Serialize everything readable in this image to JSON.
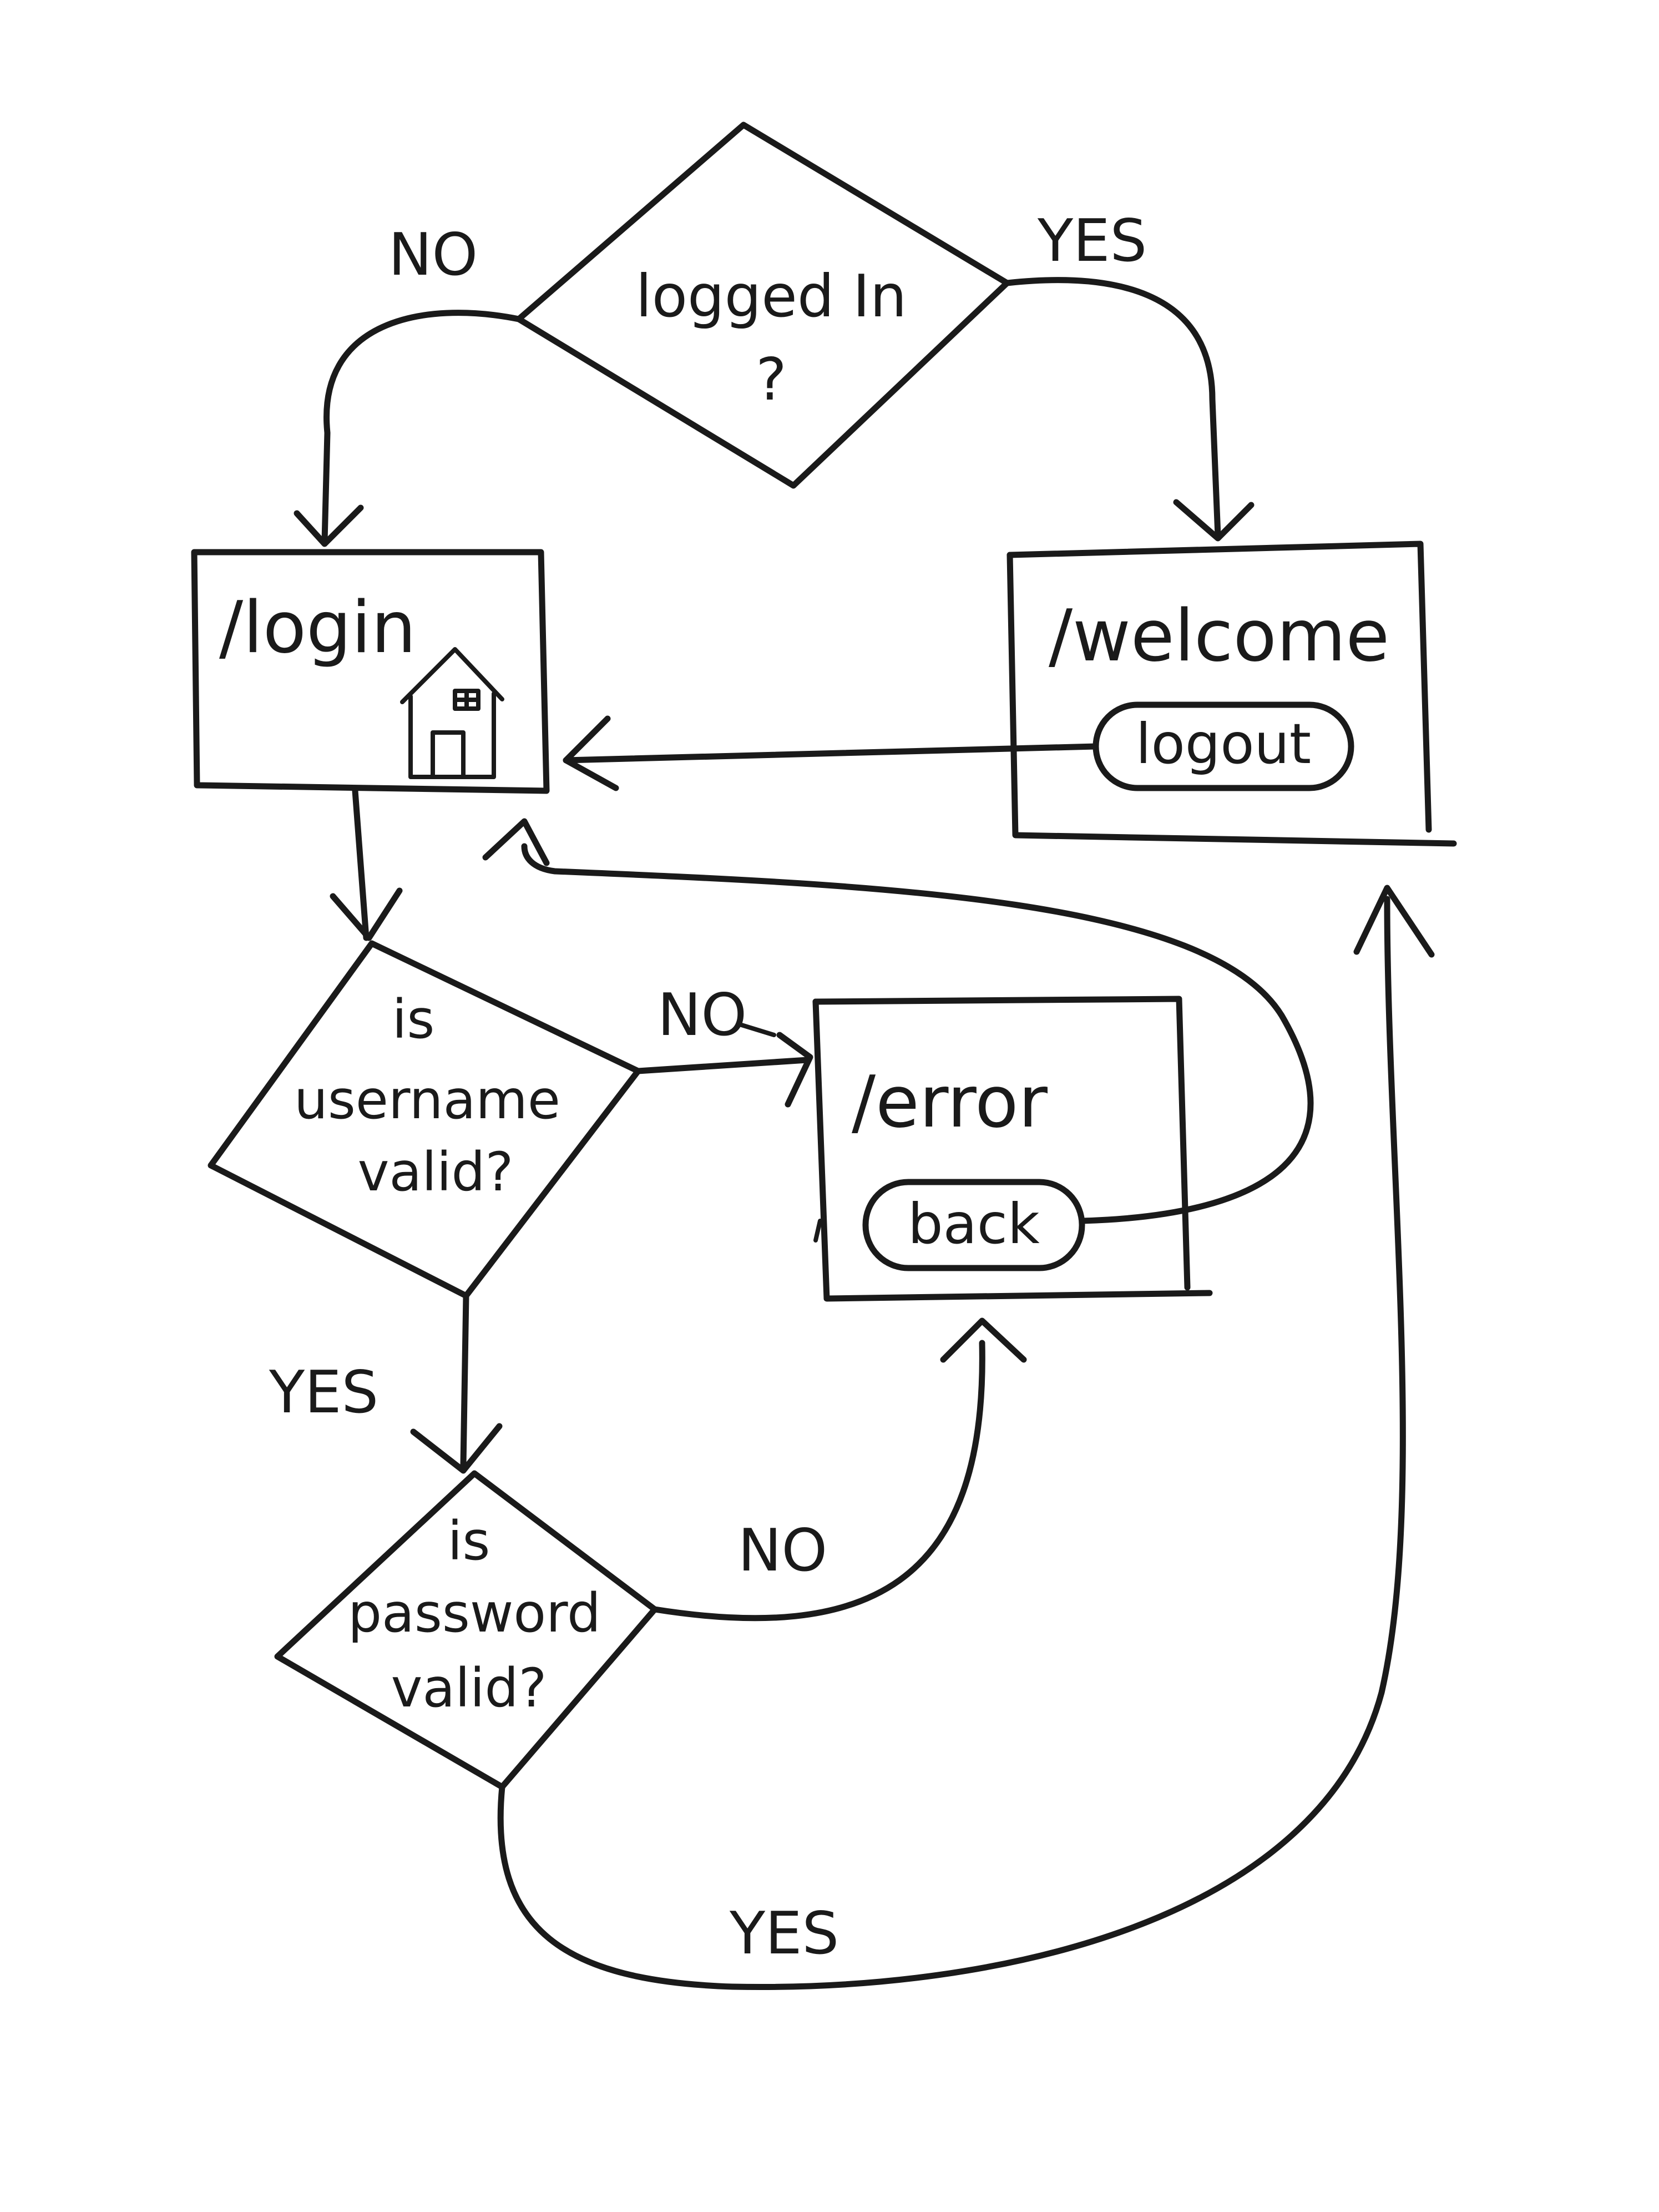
{
  "nodes": {
    "logged_in": {
      "lines": [
        "logged In",
        "?"
      ]
    },
    "login": {
      "label": "/login",
      "icon": "house-icon"
    },
    "welcome": {
      "label": "/welcome",
      "button": "logout"
    },
    "username_check": {
      "lines": [
        "is",
        "username",
        "valid?"
      ]
    },
    "error": {
      "label": "/error",
      "button": "back"
    },
    "password_check": {
      "lines": [
        "is",
        "password",
        "valid?"
      ]
    }
  },
  "edges": {
    "logged_in_no": "NO",
    "logged_in_yes": "YES",
    "username_no": "NO",
    "username_yes": "YES",
    "password_no": "NO",
    "password_yes": "YES"
  },
  "colors": {
    "ink": "#1a1a1a",
    "paper": "#ffffff"
  }
}
